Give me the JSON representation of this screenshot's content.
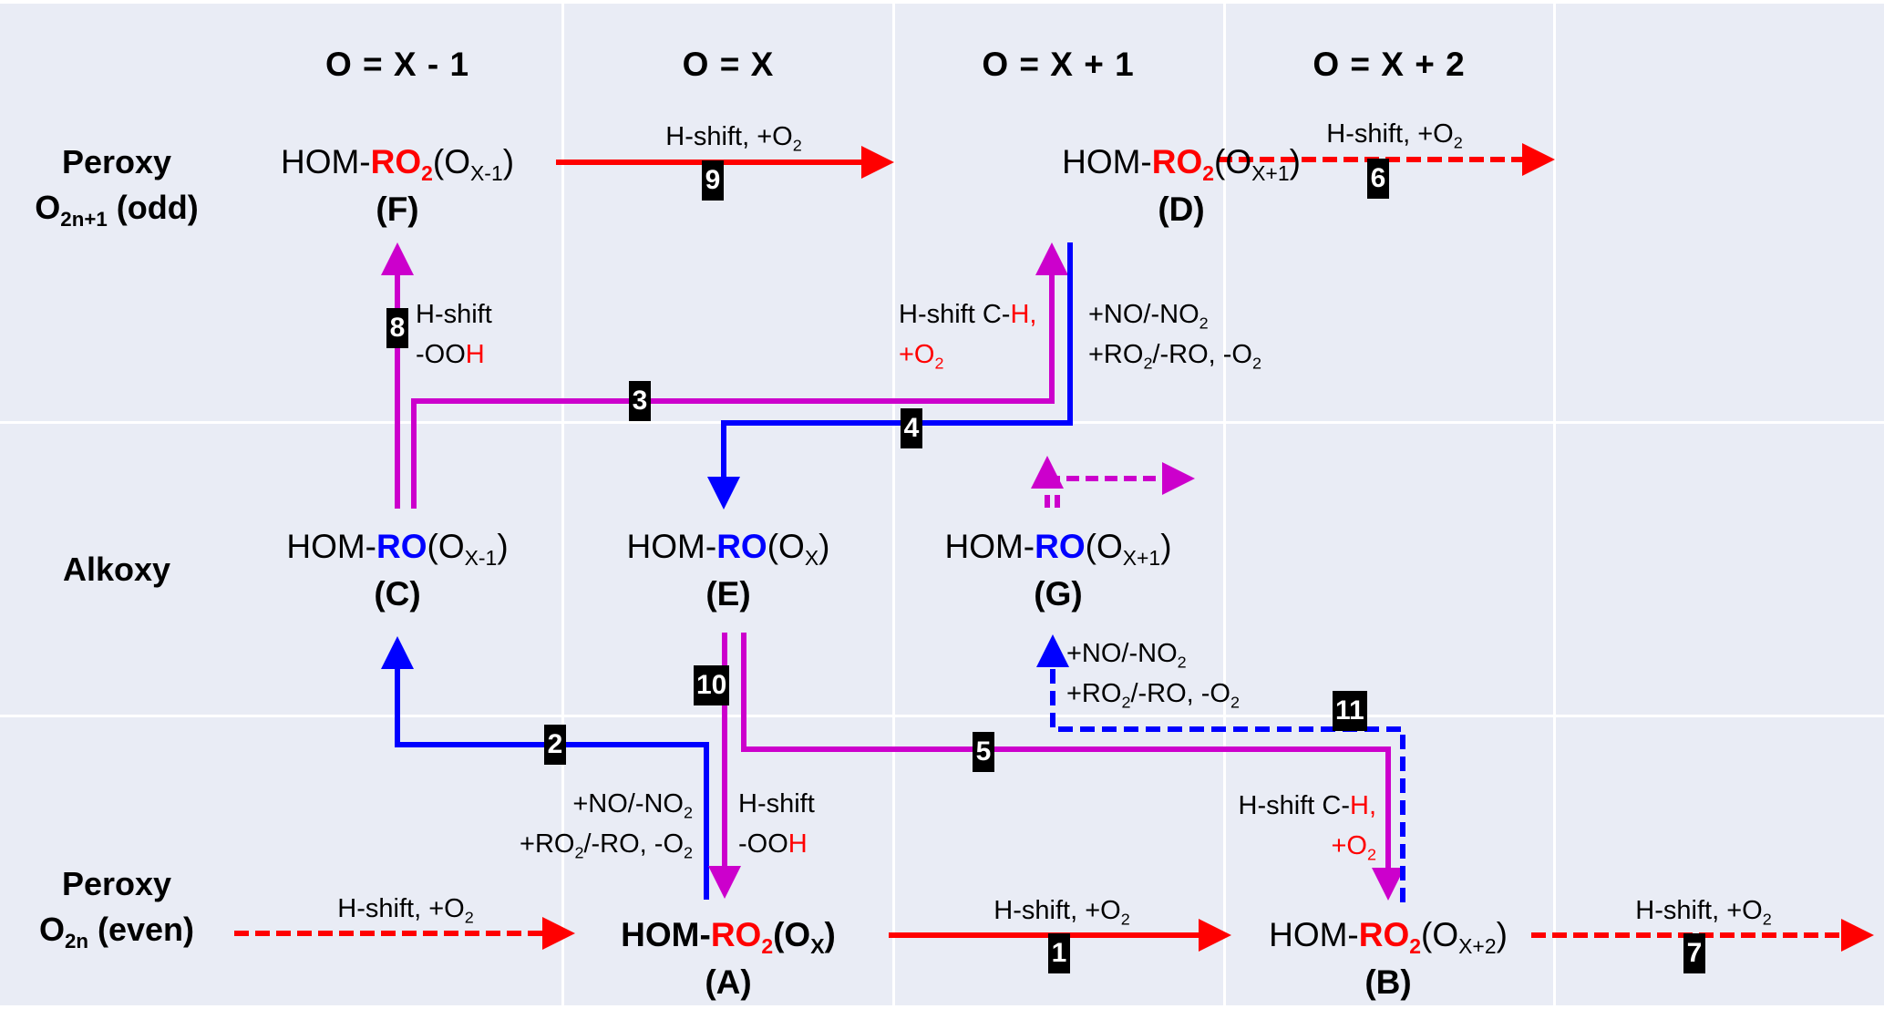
{
  "columns": [
    {
      "label": "O = X - 1"
    },
    {
      "label": "O = X"
    },
    {
      "label": "O = X + 1"
    },
    {
      "label": "O = X + 2"
    }
  ],
  "rows": {
    "peroxy_odd": {
      "line1": "Peroxy",
      "line2_main": "O",
      "line2_sub": "2n+1",
      "line2_tail": " (odd)"
    },
    "alkoxy": {
      "line1": "Alkoxy"
    },
    "peroxy_even": {
      "line1": "Peroxy",
      "line2_main": "O",
      "line2_sub": "2n",
      "line2_tail": " (even)"
    }
  },
  "species": {
    "A": {
      "prefix": "HOM-",
      "group": "RO",
      "group_sub": "2",
      "paren_open": "(O",
      "o_sub": "X",
      "paren_close": ")",
      "letter": "(A)"
    },
    "B": {
      "prefix": "HOM-",
      "group": "RO",
      "group_sub": "2",
      "paren_open": "(O",
      "o_sub": "X+2",
      "paren_close": ")",
      "letter": "(B)"
    },
    "C": {
      "prefix": "HOM-",
      "group": "RO",
      "group_sub": "",
      "paren_open": "(O",
      "o_sub": "X-1",
      "paren_close": ")",
      "letter": "(C)"
    },
    "D": {
      "prefix": "HOM-",
      "group": "RO",
      "group_sub": "2",
      "paren_open": "(O",
      "o_sub": "X+1",
      "paren_close": ")",
      "letter": "(D)"
    },
    "E": {
      "prefix": "HOM-",
      "group": "RO",
      "group_sub": "",
      "paren_open": "(O",
      "o_sub": "X",
      "paren_close": ")",
      "letter": "(E)"
    },
    "F": {
      "prefix": "HOM-",
      "group": "RO",
      "group_sub": "2",
      "paren_open": "(O",
      "o_sub": "X-1",
      "paren_close": ")",
      "letter": "(F)"
    },
    "G": {
      "prefix": "HOM-",
      "group": "RO",
      "group_sub": "",
      "paren_open": "(O",
      "o_sub": "X+1",
      "paren_close": ")",
      "letter": "(G)"
    }
  },
  "conditions": {
    "hshift_o2": {
      "text": "H-shift, +O",
      "sub": "2"
    },
    "hshift_ooh": {
      "line1": "H-shift",
      "line2_main": "-OO",
      "line2_red": "H"
    },
    "hshift_ch": {
      "line1_main": "H-shift C-",
      "line1_red": "H,",
      "line2_red": "+O",
      "line2_sub": "2"
    },
    "no_ro2": {
      "line1_main": "+NO/-NO",
      "line1_sub": "2",
      "line2_a": "+RO",
      "line2_a_sub": "2",
      "line2_b": "/-RO, -O",
      "line2_b_sub": "2"
    }
  },
  "reactions": [
    {
      "id": "1",
      "from": "A",
      "to": "B",
      "type": "H-shift, +O2",
      "style": "solid",
      "color": "#ff0000"
    },
    {
      "id": "2",
      "from": "A",
      "to": "C",
      "type": "+NO/-NO2, +RO2/-RO, -O2",
      "style": "solid",
      "color": "#0000ff"
    },
    {
      "id": "3",
      "from": "C",
      "to": "D",
      "type": "H-shift C-H, +O2",
      "style": "solid",
      "color": "#cc00cc"
    },
    {
      "id": "4",
      "from": "D",
      "to": "E",
      "type": "+NO/-NO2, +RO2/-RO, -O2",
      "style": "solid",
      "color": "#0000ff"
    },
    {
      "id": "5",
      "from": "E",
      "to": "B",
      "type": "H-shift C-H, +O2",
      "style": "solid",
      "color": "#cc00cc"
    },
    {
      "id": "6",
      "from": "D",
      "to": "next",
      "type": "H-shift, +O2",
      "style": "dashed",
      "color": "#ff0000"
    },
    {
      "id": "7",
      "from": "B",
      "to": "next",
      "type": "H-shift, +O2",
      "style": "dashed",
      "color": "#ff0000"
    },
    {
      "id": "8",
      "from": "C",
      "to": "F",
      "type": "H-shift -OOH",
      "style": "solid",
      "color": "#cc00cc"
    },
    {
      "id": "9",
      "from": "F",
      "to": "D",
      "type": "H-shift, +O2",
      "style": "solid",
      "color": "#ff0000"
    },
    {
      "id": "10",
      "from": "E",
      "to": "A",
      "type": "H-shift -OOH",
      "style": "solid",
      "color": "#cc00cc"
    },
    {
      "id": "11",
      "from": "B",
      "to": "G",
      "type": "+NO/-NO2, +RO2/-RO, -O2",
      "style": "dashed",
      "color": "#0000ff"
    }
  ],
  "colors": {
    "peroxy": "#ff0000",
    "alkoxy": "#0000ff",
    "h_shift": "#cc00cc",
    "termination": "#0000ff",
    "background": "#e9ecf5"
  }
}
